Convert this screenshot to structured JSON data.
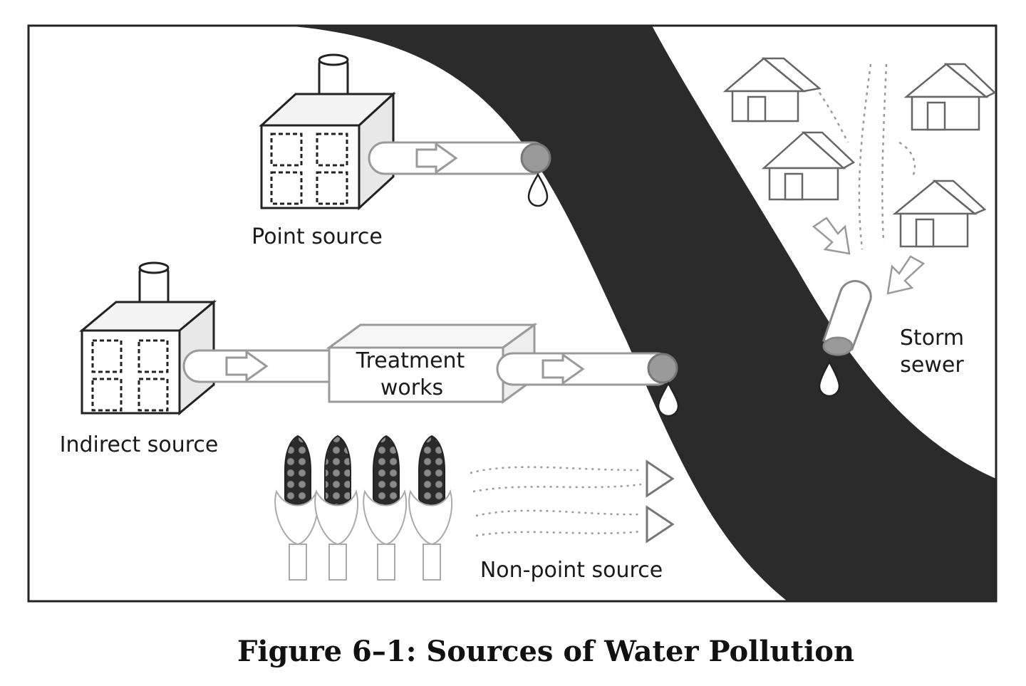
{
  "labels": {
    "point_source": "Point source",
    "indirect_source": "Indirect source",
    "treatment_line1": "Treatment",
    "treatment_line2": "works",
    "storm_line1": "Storm",
    "storm_line2": "sewer",
    "non_point_source": "Non-point source"
  },
  "caption": "Figure 6–1: Sources of Water Pollution",
  "colors": {
    "river": "#2b2b2b",
    "line": "#222222",
    "faint": "#9a9a9a"
  }
}
